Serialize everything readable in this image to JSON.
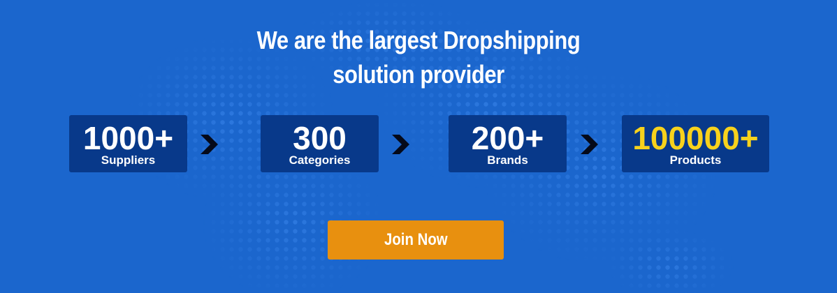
{
  "banner": {
    "headline_line1": "We are the largest Dropshipping",
    "headline_line2": "solution provider",
    "background_color": "#1b66cd",
    "box_color": "#08398a",
    "highlight_color": "#f7d21c"
  },
  "stats": [
    {
      "value": "1000+",
      "label": "Suppliers"
    },
    {
      "value": "300",
      "label": "Categories"
    },
    {
      "value": "200+",
      "label": "Brands"
    },
    {
      "value": "100000+",
      "label": "Products"
    }
  ],
  "cta": {
    "label": "Join Now",
    "color": "#e8900f"
  },
  "icons": {
    "separator": "chevron-right-icon",
    "background": "world-map-dots"
  }
}
